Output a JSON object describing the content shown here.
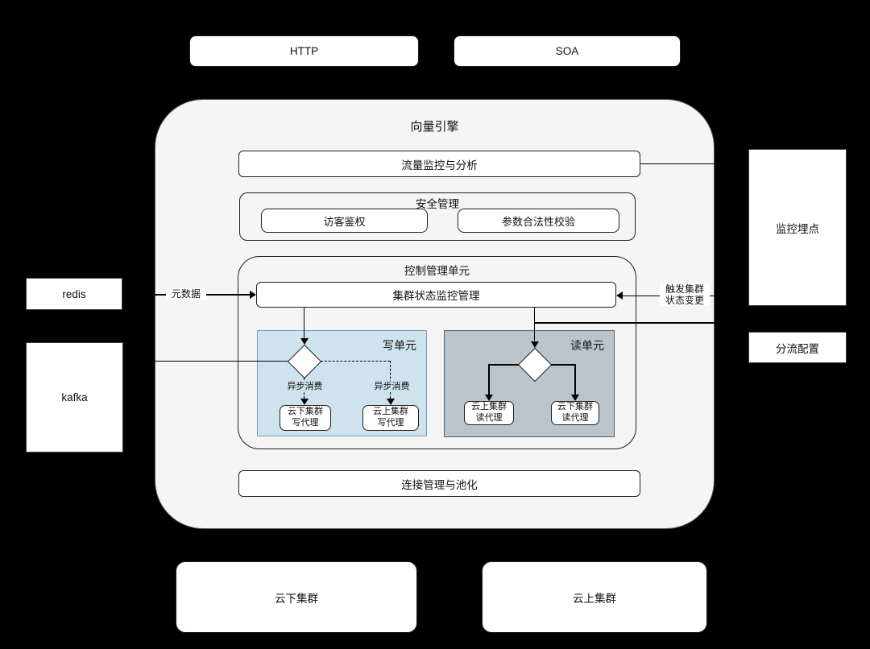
{
  "diagram": {
    "background": "#000000",
    "engine_fill": "#f5f5f5",
    "external": {
      "http": "HTTP",
      "soa": "SOA",
      "redis": "redis",
      "kafka": "kafka",
      "monitor": "监控埋点",
      "split_config": "分流配置",
      "offline_cluster": "云下集群",
      "online_cluster": "云上集群"
    },
    "engine": {
      "title": "向量引擎",
      "traffic_bar": "流量监控与分析",
      "pool_bar": "连接管理与池化",
      "security": {
        "title": "安全管理",
        "auth": "访客鉴权",
        "param_check": "参数合法性校验"
      },
      "control": {
        "title": "控制管理单元",
        "status_bar": "集群状态监控管理",
        "write_unit": {
          "title": "写单元",
          "fill": "#cfe3ee",
          "border": "#6f9fba",
          "async_label_1": "异步消费",
          "async_label_2": "异步消费",
          "proxy_offline_l1": "云下集群",
          "proxy_offline_l2": "写代理",
          "proxy_online_l1": "云上集群",
          "proxy_online_l2": "写代理"
        },
        "read_unit": {
          "title": "读单元",
          "fill": "#b9c4cd",
          "border": "#55616b",
          "proxy_online_l1": "云上集群",
          "proxy_online_l2": "读代理",
          "proxy_offline_l1": "云下集群",
          "proxy_offline_l2": "读代理"
        }
      }
    },
    "edges": {
      "metadata": "元数据",
      "trigger_l1": "触发集群",
      "trigger_l2": "状态变更"
    }
  }
}
